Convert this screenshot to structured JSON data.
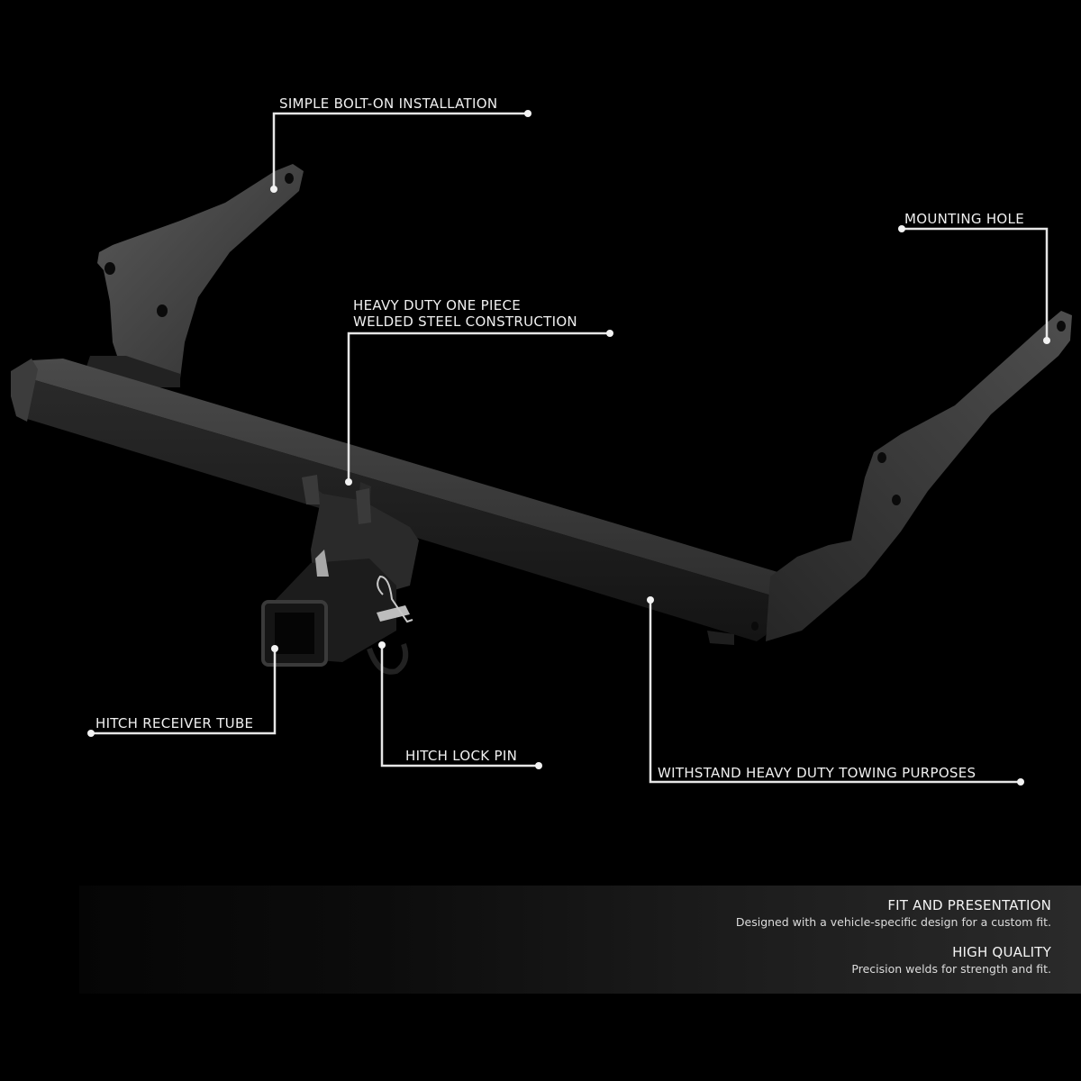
{
  "colors": {
    "background": "#000000",
    "callout_line": "#e6e6e6",
    "text": "#f0f0f0",
    "steel": "#3a3a3a",
    "steel_highlight": "#5a5a5a",
    "panel_dark": "#050505",
    "panel_light": "#2a2a2a"
  },
  "callouts": [
    {
      "id": "bolt_on",
      "label": "SIMPLE BOLT-ON INSTALLATION"
    },
    {
      "id": "mounting_hole",
      "label": "MOUNTING HOLE"
    },
    {
      "id": "construction",
      "line1": "HEAVY DUTY ONE PIECE",
      "line2": "WELDED STEEL CONSTRUCTION"
    },
    {
      "id": "receiver_tube",
      "label": "HITCH RECEIVER TUBE"
    },
    {
      "id": "lock_pin",
      "label": "HITCH LOCK PIN"
    },
    {
      "id": "towing",
      "label": "WITHSTAND HEAVY DUTY TOWING PURPOSES"
    }
  ],
  "features_panel": {
    "items": [
      {
        "title": "FIT AND PRESENTATION",
        "description": "Designed with a vehicle-specific design for a custom fit."
      },
      {
        "title": "HIGH QUALITY",
        "description": "Precision welds for strength and fit."
      }
    ]
  }
}
